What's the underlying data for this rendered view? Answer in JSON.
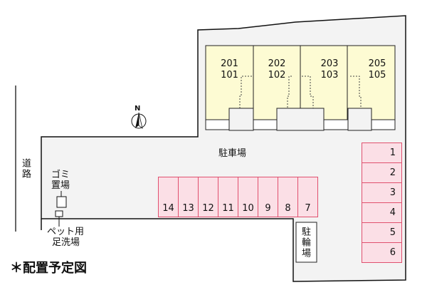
{
  "road_label": "道路",
  "parking_label": "駐車場",
  "garbage_label": "ゴミ置場",
  "pet_wash_label": [
    "ペット用",
    "足洗場"
  ],
  "bicycle_label": "駐輪場",
  "compass_label": "N",
  "footer_note": "＊配置予定図",
  "units": [
    {
      "upper": "201",
      "lower": "101"
    },
    {
      "upper": "202",
      "lower": "102"
    },
    {
      "upper": "203",
      "lower": "103"
    },
    {
      "upper": "205",
      "lower": "105"
    }
  ],
  "parking_right": [
    "1",
    "2",
    "3",
    "4",
    "5",
    "6"
  ],
  "parking_bottom": [
    "14",
    "13",
    "12",
    "11",
    "10",
    "9",
    "8",
    "7"
  ],
  "colors": {
    "building": "#fdfbd3",
    "parking": "#fbdfe6",
    "parking_border": "#e0506e",
    "ground": "#f3f3f3"
  }
}
